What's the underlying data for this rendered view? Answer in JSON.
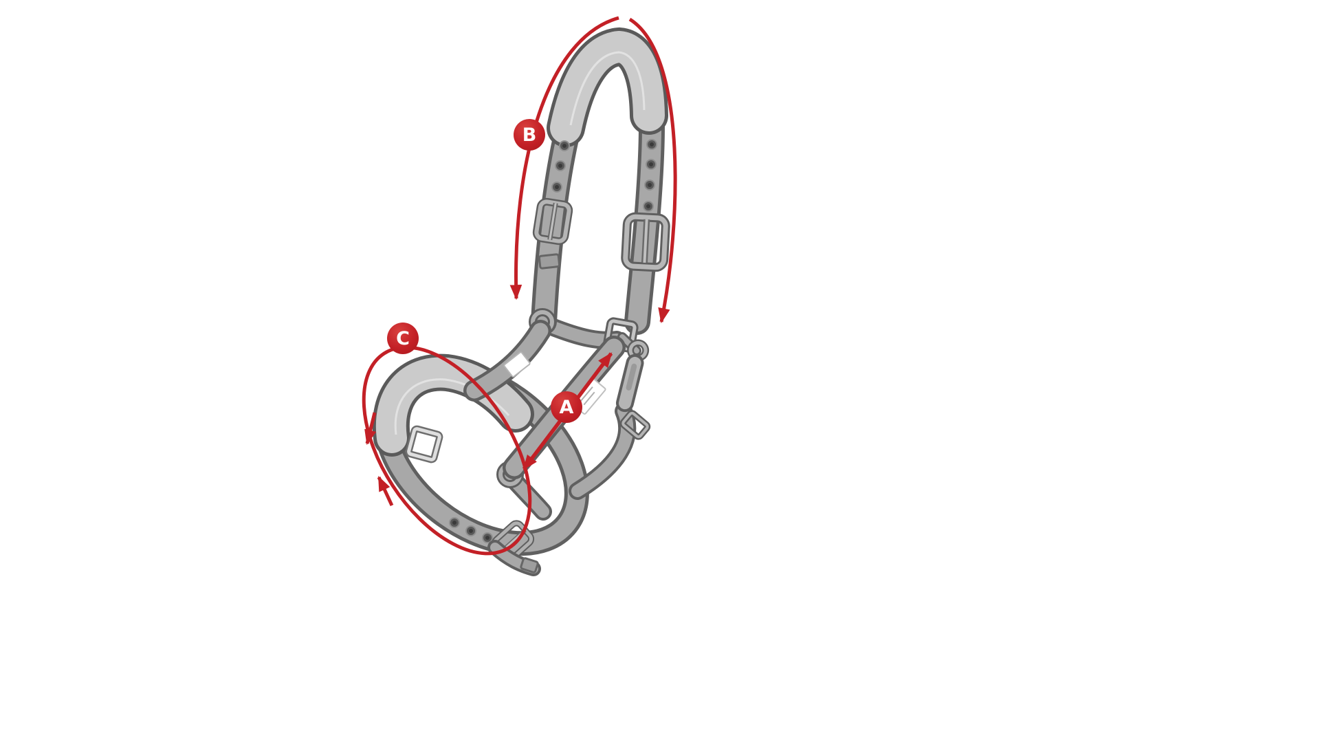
{
  "figure": {
    "subject": "Horse halter (headcollar) measurement diagram",
    "background": "#ffffff"
  },
  "markers": [
    {
      "label": "A"
    },
    {
      "label": "B"
    },
    {
      "label": "C"
    }
  ],
  "colors": {
    "annotation_red": "#c32026",
    "marker_text": "#ffffff",
    "strap_grey": "#a8a8a8",
    "strap_edge_grey": "#606060",
    "padding_grey": "#cbcbcb",
    "metal_grey": "#b5b5b5",
    "background": "#ffffff"
  }
}
